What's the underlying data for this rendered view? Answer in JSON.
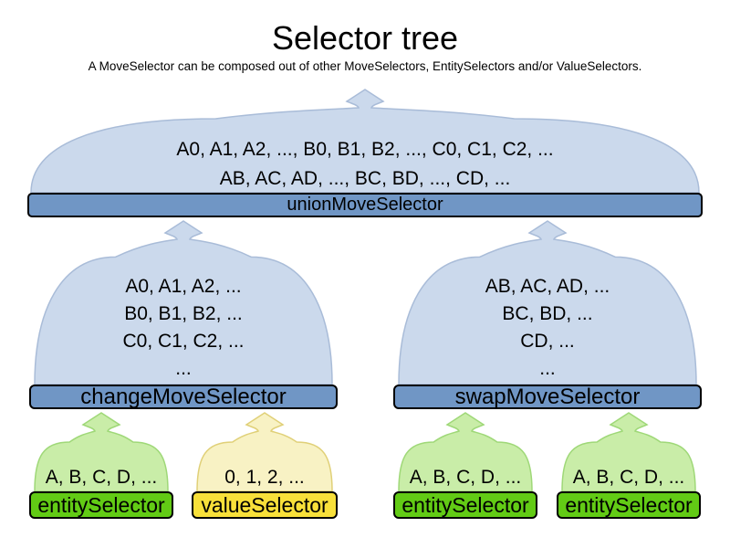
{
  "header": {
    "title": "Selector tree",
    "subtitle": "A MoveSelector can be composed out of other MoveSelectors, EntitySelectors and/or ValueSelectors."
  },
  "colors": {
    "blue_fill": "#cbd9ec",
    "blue_stroke": "#a9bcd8",
    "blue_bar": "#7096c5",
    "green_fill": "#c9eda8",
    "green_stroke": "#9fd878",
    "green_bar": "#62cb15",
    "yellow_fill": "#f8f2c4",
    "yellow_stroke": "#e0d078",
    "yellow_bar": "#f8e03a",
    "bar_border": "#000000",
    "text": "#000000"
  },
  "nodes": [
    {
      "id": "unionMoveSelector",
      "label": "unionMoveSelector",
      "color": "blue",
      "lines": [
        "A0, A1, A2, ..., B0, B1, B2, ..., C0, C1, C2, ...",
        "AB, AC, AD, ..., BC, BD, ..., CD, ..."
      ]
    },
    {
      "id": "changeMoveSelector",
      "label": "changeMoveSelector",
      "color": "blue",
      "lines": [
        "A0, A1, A2, ...",
        "B0, B1, B2, ...",
        "C0, C1, C2, ...",
        "..."
      ]
    },
    {
      "id": "swapMoveSelector",
      "label": "swapMoveSelector",
      "color": "blue",
      "lines": [
        "AB, AC, AD, ...",
        "BC, BD, ...",
        "CD, ...",
        "..."
      ]
    },
    {
      "id": "entitySelector-1",
      "label": "entitySelector",
      "color": "green",
      "lines": [
        "A, B, C, D, ..."
      ]
    },
    {
      "id": "valueSelector-1",
      "label": "valueSelector",
      "color": "yellow",
      "lines": [
        "0, 1, 2, ..."
      ]
    },
    {
      "id": "entitySelector-2",
      "label": "entitySelector",
      "color": "green",
      "lines": [
        "A, B, C, D, ..."
      ]
    },
    {
      "id": "entitySelector-3",
      "label": "entitySelector",
      "color": "green",
      "lines": [
        "A, B, C, D, ..."
      ]
    }
  ]
}
